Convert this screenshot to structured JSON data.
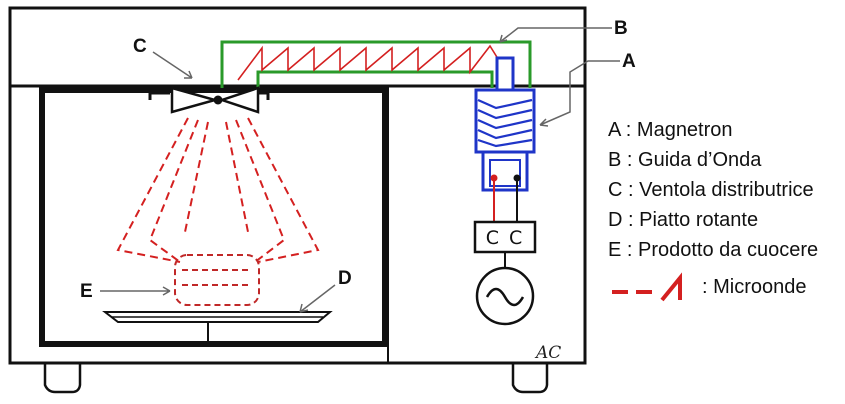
{
  "diagram": {
    "labels": {
      "a": "A",
      "b": "B",
      "c": "C",
      "d": "D",
      "e": "E"
    },
    "legend": [
      {
        "letter": "A",
        "text": "A : Magnetron"
      },
      {
        "letter": "B",
        "text": "B : Guida d’Onda"
      },
      {
        "letter": "C",
        "text": "C : Ventola distributrice"
      },
      {
        "letter": "D",
        "text": "D : Piatto rotante"
      },
      {
        "letter": "E",
        "text": "E : Prodotto da cuocere"
      }
    ],
    "microwave_legend": ": Microonde",
    "power_unit": "C C",
    "signature": "AC"
  },
  "colors": {
    "outline": "#111111",
    "waveguide": "#2a9a2a",
    "microwaves": "#d42020",
    "magnetron": "#1f35c8",
    "label_arrows": "#666666"
  }
}
